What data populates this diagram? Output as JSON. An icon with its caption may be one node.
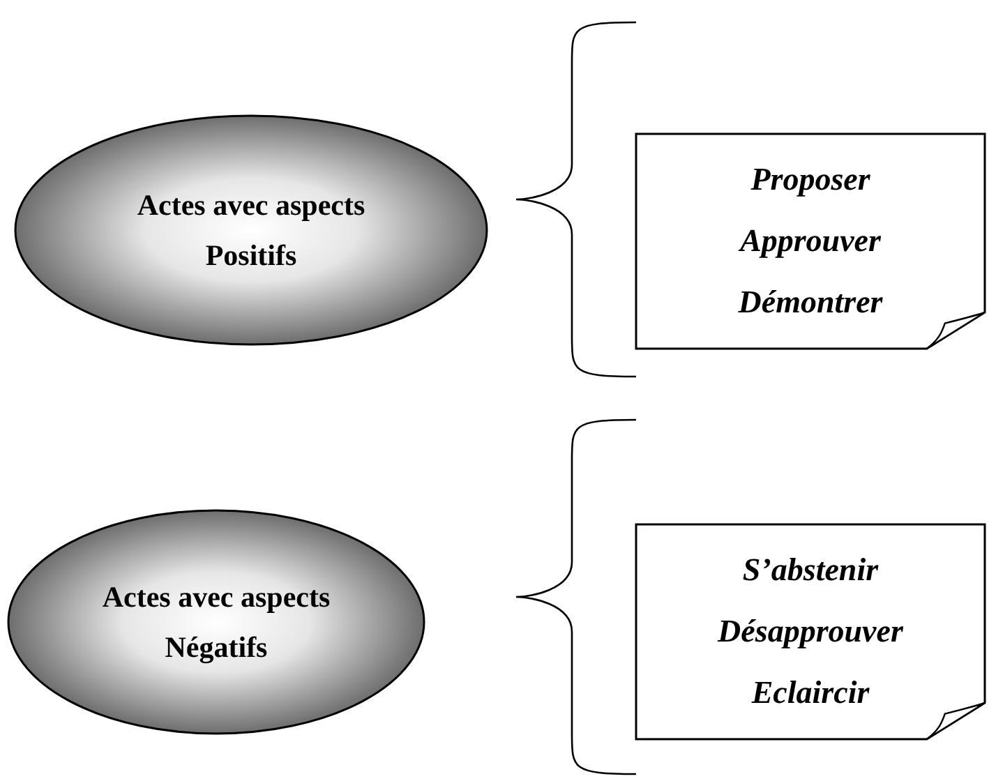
{
  "diagram": {
    "nodes": [
      {
        "text": [
          "Actes avec aspects Positifs"
        ]
      },
      {
        "text": [
          "Proposer",
          "Approuver",
          "Démontrer"
        ]
      },
      {
        "text": [
          "Actes avec aspects Négatifs"
        ]
      },
      {
        "text": [
          "S’abstenir",
          "Désapprouver",
          "Eclaircir"
        ]
      }
    ]
  }
}
